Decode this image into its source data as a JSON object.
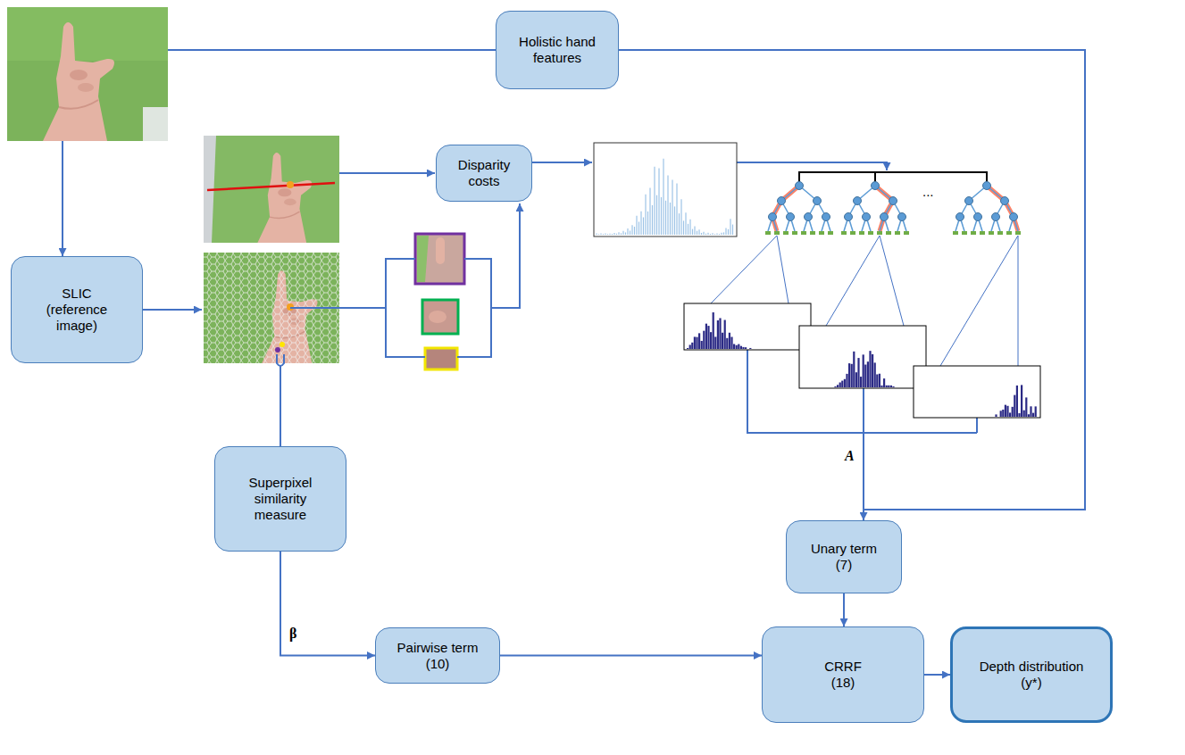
{
  "diagram": {
    "nodes": [
      {
        "text": [
          "Holistic hand features"
        ]
      },
      {
        "text": [
          "SLIC (reference image)"
        ]
      },
      {
        "text": [
          "Disparity costs"
        ]
      },
      {
        "text": [
          "Superpixel similarity measure"
        ]
      },
      {
        "text": [
          "Unary term (7)"
        ]
      },
      {
        "text": [
          "Pairwise term (10)"
        ]
      },
      {
        "text": [
          "CRRF (18)"
        ]
      },
      {
        "text": [
          "Depth distribution (y*)"
        ]
      }
    ],
    "edges": [
      {
        "from": 0,
        "to": 4,
        "arrow": "to"
      },
      {
        "from": 3,
        "to": 5,
        "arrow": "to",
        "label": "β"
      },
      {
        "from": 4,
        "to": 6,
        "arrow": "to"
      },
      {
        "from": 5,
        "to": 6,
        "arrow": "to"
      },
      {
        "from": 6,
        "to": 7,
        "arrow": "to"
      }
    ],
    "labels": [
      "...",
      "A"
    ]
  }
}
